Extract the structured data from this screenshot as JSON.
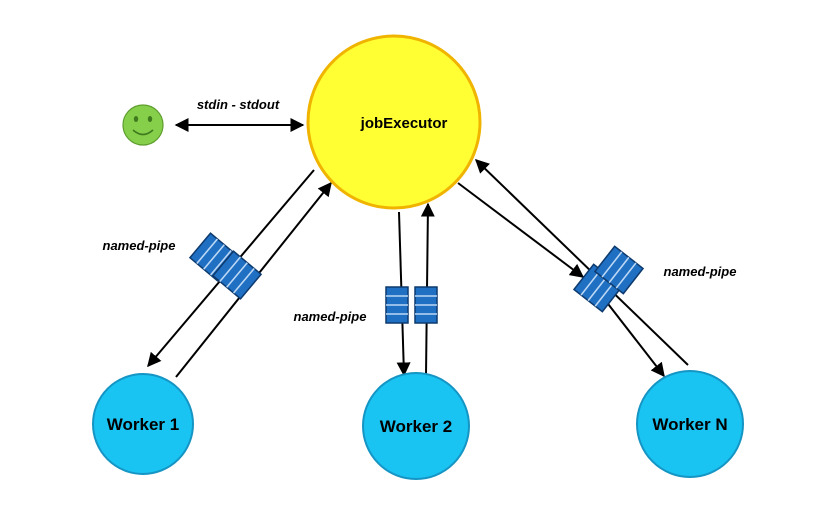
{
  "nodes": {
    "executor": {
      "label": "jobExecutor",
      "fill": "#ffff33",
      "stroke": "#f0b400"
    },
    "worker1": {
      "label": "Worker 1",
      "fill": "#19c3f2",
      "stroke": "#1595c4"
    },
    "worker2": {
      "label": "Worker 2",
      "fill": "#19c3f2",
      "stroke": "#1595c4"
    },
    "workerN": {
      "label": "Worker N",
      "fill": "#19c3f2",
      "stroke": "#1595c4"
    },
    "user": {
      "icon": "smiley-face-icon",
      "fill": "#86cf4a",
      "stroke": "#5e9e2e"
    }
  },
  "edges": {
    "user_link": {
      "label": "stdin - stdout"
    },
    "pipe_left": {
      "label": "named-pipe"
    },
    "pipe_center": {
      "label": "named-pipe"
    },
    "pipe_right": {
      "label": "named-pipe"
    }
  },
  "colors": {
    "pipe_fill": "#1f6fc3",
    "pipe_stroke": "#0d3a6e",
    "arrow": "#000000"
  }
}
